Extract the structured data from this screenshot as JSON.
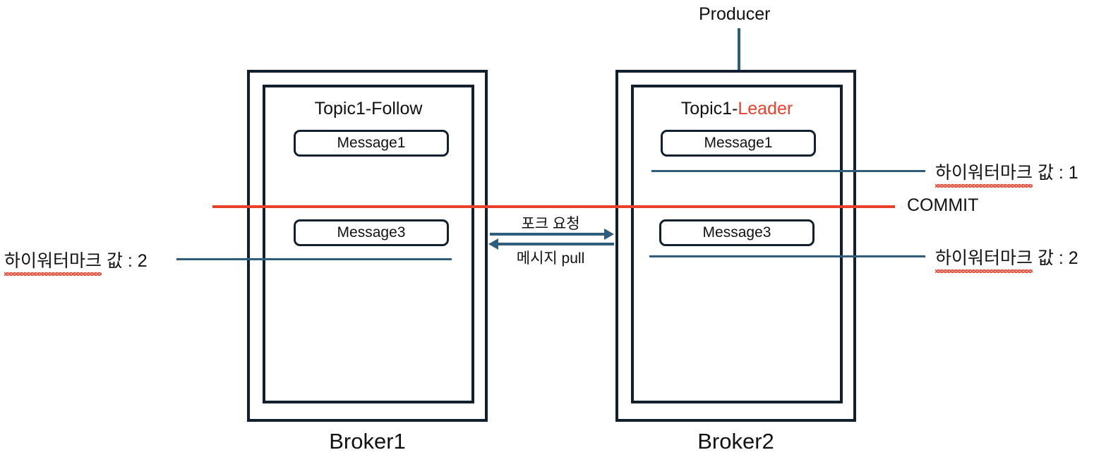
{
  "diagram": {
    "title_text": "Kafka replication high watermark diagram",
    "colors": {
      "outline": "#12202e",
      "steel_blue": "#2e5d7d",
      "commit_red": "#e8402a",
      "leader_red": "#e8402a",
      "background": "#ffffff"
    }
  },
  "producer": {
    "label": "Producer",
    "arrow_icon": "arrow-down-icon"
  },
  "brokers": [
    {
      "caption": "Broker1",
      "topic": {
        "prefix": "Topic1-",
        "role": "Follow",
        "role_is_leader": false,
        "full": "Topic1-Follow"
      },
      "messages": [
        {
          "label": "Message1"
        },
        {
          "label": "Message3"
        }
      ]
    },
    {
      "caption": "Broker2",
      "topic": {
        "prefix": "Topic1-",
        "role": "Leader",
        "role_is_leader": true,
        "full": "Topic1-Leader"
      },
      "messages": [
        {
          "label": "Message1"
        },
        {
          "label": "Message3"
        }
      ]
    }
  ],
  "replication": {
    "fetch_request_label": "포크 요청",
    "message_pull_label": "메시지 pull",
    "fetch_arrow_icon": "arrow-right-icon",
    "pull_arrow_icon": "arrow-left-icon"
  },
  "annotations": {
    "left_highwatermark": {
      "text": "하이워터마크 값 : 2",
      "spell_text": "하이워터마크",
      "suffix": " 값 : 2",
      "value": 2
    },
    "right_highwatermark_top": {
      "text": "하이워터마크 값 : 1",
      "spell_text": "하이워터마크",
      "suffix": " 값 : 1",
      "value": 1
    },
    "right_highwatermark_bottom": {
      "text": "하이워터마크 값 : 2",
      "spell_text": "하이워터마크",
      "suffix": " 값 : 2",
      "value": 2
    },
    "commit": {
      "label": "COMMIT"
    }
  }
}
